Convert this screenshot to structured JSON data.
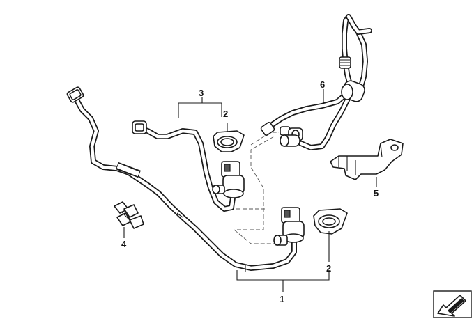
{
  "callouts": [
    {
      "id": "1",
      "label": "1"
    },
    {
      "id": "2a",
      "label": "2"
    },
    {
      "id": "2b",
      "label": "2"
    },
    {
      "id": "3",
      "label": "3"
    },
    {
      "id": "4",
      "label": "4"
    },
    {
      "id": "5",
      "label": "5"
    },
    {
      "id": "6",
      "label": "6"
    }
  ],
  "icons": {
    "direction": "arrow-down-left-icon"
  }
}
